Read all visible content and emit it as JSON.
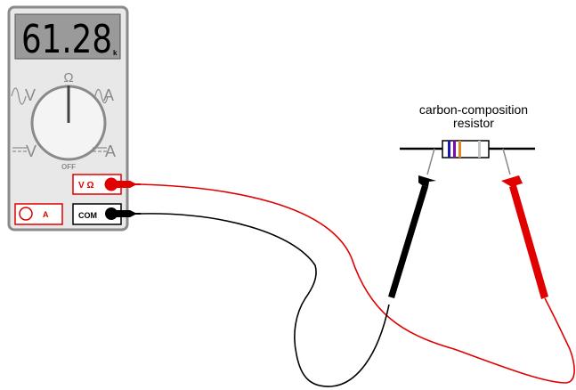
{
  "meter": {
    "display_value": "61.28",
    "display_unit": "k",
    "dial_top_label": "Ω",
    "dial_off_label": "OFF",
    "ac_volts_label": "V",
    "ac_amps_label": "A",
    "dc_volts_label": "V",
    "dc_amps_label": "A",
    "jack_volt_ohm_label": "V Ω",
    "jack_amp_label": "A",
    "jack_com_label": "COM"
  },
  "component": {
    "label_line1": "carbon-composition",
    "label_line2": "resistor",
    "bands": [
      "#1a1ab8",
      "#7a0fb0",
      "#e08a1e",
      "#c8c8c8"
    ]
  },
  "colors": {
    "meter_case": "#e8e8e8",
    "meter_border": "#8a8a8a",
    "lcd_bg": "#9a9a9a",
    "red_lead": "#e00000",
    "black_lead": "#000000"
  }
}
